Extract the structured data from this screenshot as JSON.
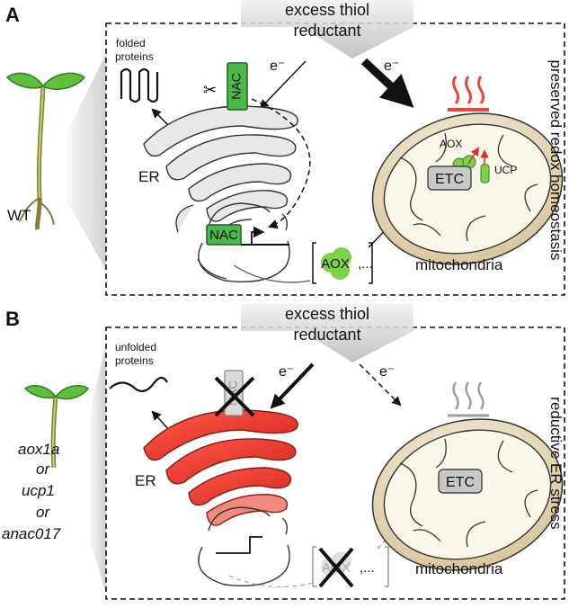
{
  "panels": [
    {
      "letter": "A",
      "genotype_lines": [
        "WT"
      ],
      "source_lines": [
        "excess thiol",
        "reductant"
      ],
      "electron_left": "e⁻",
      "electron_right": "e⁻",
      "protein_lines": [
        "folded",
        "proteins"
      ],
      "er_label": "ER",
      "nac_top": "NAC",
      "nac_bottom": "NAC",
      "aox_label": "AOX",
      "aox_ellipsis": ",...",
      "aox_small_label": "AOX",
      "ucp_label": "UCP",
      "etc_label": "ETC",
      "mito_label": "mitochondria",
      "outcome": "preserved redox homeostasis",
      "er_color": "#e8e8e8",
      "heat_color": "#e8463c"
    },
    {
      "letter": "B",
      "genotype_lines": [
        "aox1a",
        "or",
        "ucp1",
        "or",
        "anac017"
      ],
      "source_lines": [
        "excess thiol",
        "reductant"
      ],
      "electron_left": "e⁻",
      "electron_right": "e⁻",
      "protein_lines": [
        "unfolded",
        "proteins"
      ],
      "er_label": "ER",
      "nac_top": "NAC",
      "aox_label": "AOX",
      "aox_ellipsis": ",...",
      "etc_label": "ETC",
      "mito_label": "mitochondria",
      "outcome": "reductive ER stress",
      "er_color": "#e53935",
      "heat_color": "#9e9e9e"
    }
  ],
  "colors": {
    "nac_green": "#4cb84c",
    "aox_green": "#7fd14a",
    "mito_fill": "#efe3c8",
    "arrow_red": "#d9342b"
  }
}
